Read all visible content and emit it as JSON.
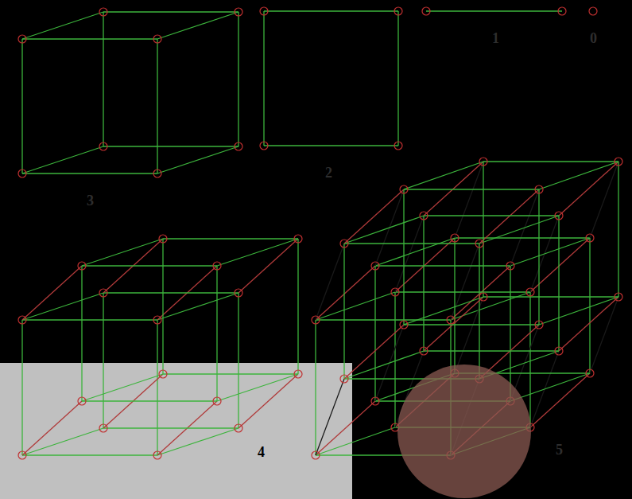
{
  "diagram": {
    "labels": [
      "1",
      "0",
      "2",
      "3",
      "4",
      "5"
    ]
  }
}
